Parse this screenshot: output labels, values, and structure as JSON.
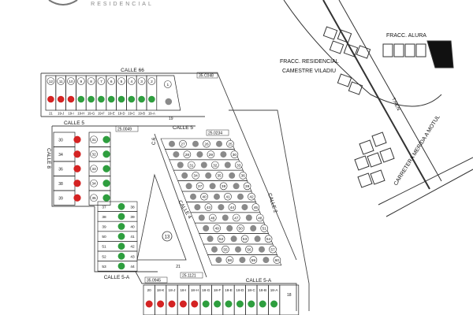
{
  "brand": {
    "tagline": "RESIDENCIAL"
  },
  "colors": {
    "available": "#2e9e3e",
    "sold": "#d42323",
    "reserved": "#8a8a8a",
    "outline": "#222222",
    "road": "#555555",
    "block_fill": "#111111"
  },
  "streets": {
    "calle_66": "CALLE 66",
    "calle_5": "CALLE 5",
    "calle_5_label_2": "CALLE 5",
    "calle_6": "C.6",
    "calle_8": "CALLE 8",
    "calle_2": "CALLE 2",
    "calle_4": "CALLE 4",
    "calle_5a_left": "CALLE 5-A",
    "calle_5a_right": "CALLE 5-A"
  },
  "tags": [
    "35.C048",
    "25.0049",
    "25.0234",
    "35.0945",
    "25.1121"
  ],
  "location_map": {
    "fracc_alura": "FRACC. ALURA",
    "fracc_residencial": "FRACC. RESIDENCIAL",
    "camestre": "CAMESTRE VILADIU",
    "tren": "T.REN",
    "carretera": "CARRETERA MERIDA A MOTUL"
  },
  "blocks": {
    "top_row": {
      "lots": [
        {
          "n": "12",
          "s": "sold"
        },
        {
          "n": "11",
          "s": "sold"
        },
        {
          "n": "10",
          "s": "sold"
        },
        {
          "n": "9",
          "s": "available"
        },
        {
          "n": "8",
          "s": "available"
        },
        {
          "n": "7",
          "s": "available"
        },
        {
          "n": "6",
          "s": "available"
        },
        {
          "n": "5",
          "s": "available"
        },
        {
          "n": "4",
          "s": "available"
        },
        {
          "n": "3",
          "s": "available"
        },
        {
          "n": "2",
          "s": "available"
        }
      ],
      "bottom_labels": [
        "21",
        "19-J",
        "19-I",
        "19-H",
        "19-G",
        "19-F",
        "19-E",
        "19-D",
        "19-C",
        "19-B",
        "19-A"
      ],
      "lot_1": "1",
      "lot_19": "19"
    },
    "left_block": {
      "rows": [
        {
          "l": "30",
          "r": "31",
          "ls": "sold",
          "rs": "available"
        },
        {
          "l": "34",
          "r": "32",
          "ls": "sold",
          "rs": "available"
        },
        {
          "l": "36",
          "r": "33",
          "ls": "sold",
          "rs": "available"
        },
        {
          "l": "38",
          "r": "34",
          "ls": "sold",
          "rs": "available"
        },
        {
          "l": "39",
          "r": "35",
          "ls": "sold",
          "rs": "available"
        }
      ]
    },
    "center_block": {
      "rows": [
        {
          "l": "37",
          "r": "38",
          "s": "available"
        },
        {
          "l": "38",
          "r": "39",
          "s": "available"
        },
        {
          "l": "39",
          "r": "40",
          "s": "available"
        },
        {
          "l": "50",
          "r": "41",
          "s": "available"
        },
        {
          "l": "51",
          "r": "42",
          "s": "available"
        },
        {
          "l": "52",
          "r": "43",
          "s": "available"
        },
        {
          "l": "53",
          "r": "44",
          "s": "available"
        }
      ],
      "lot_13": "13",
      "lot_21": "21"
    },
    "diagonal_block": {
      "rows": [
        {
          "nums": [
            "27",
            "26",
            "25"
          ]
        },
        {
          "nums": [
            "28",
            "29",
            "30"
          ]
        },
        {
          "nums": [
            "31",
            "32",
            "33"
          ]
        },
        {
          "nums": [
            "34",
            "35",
            "36"
          ]
        },
        {
          "nums": [
            "37",
            "38",
            "39"
          ]
        },
        {
          "nums": [
            "40",
            "41",
            "42"
          ]
        },
        {
          "nums": [
            "43",
            "44",
            "45"
          ]
        },
        {
          "nums": [
            "46",
            "47",
            "48"
          ]
        },
        {
          "nums": [
            "49",
            "50",
            "51"
          ]
        },
        {
          "nums": [
            "52",
            "53",
            "54"
          ]
        },
        {
          "nums": [
            "55",
            "56",
            "57"
          ]
        },
        {
          "nums": [
            "58",
            "59",
            "60"
          ]
        }
      ]
    },
    "bottom_row": {
      "lots": [
        {
          "n": "20",
          "s": "sold"
        },
        {
          "n": "18-K",
          "s": "sold"
        },
        {
          "n": "18-J",
          "s": "sold"
        },
        {
          "n": "18-I",
          "s": "sold"
        },
        {
          "n": "18-H",
          "s": "sold"
        },
        {
          "n": "18-G",
          "s": "available"
        },
        {
          "n": "18-F",
          "s": "available"
        },
        {
          "n": "18-E",
          "s": "available"
        },
        {
          "n": "18-D",
          "s": "available"
        },
        {
          "n": "18-C",
          "s": "available"
        },
        {
          "n": "18-B",
          "s": "available"
        },
        {
          "n": "18-A",
          "s": "available"
        }
      ],
      "lot_18": "18"
    }
  }
}
